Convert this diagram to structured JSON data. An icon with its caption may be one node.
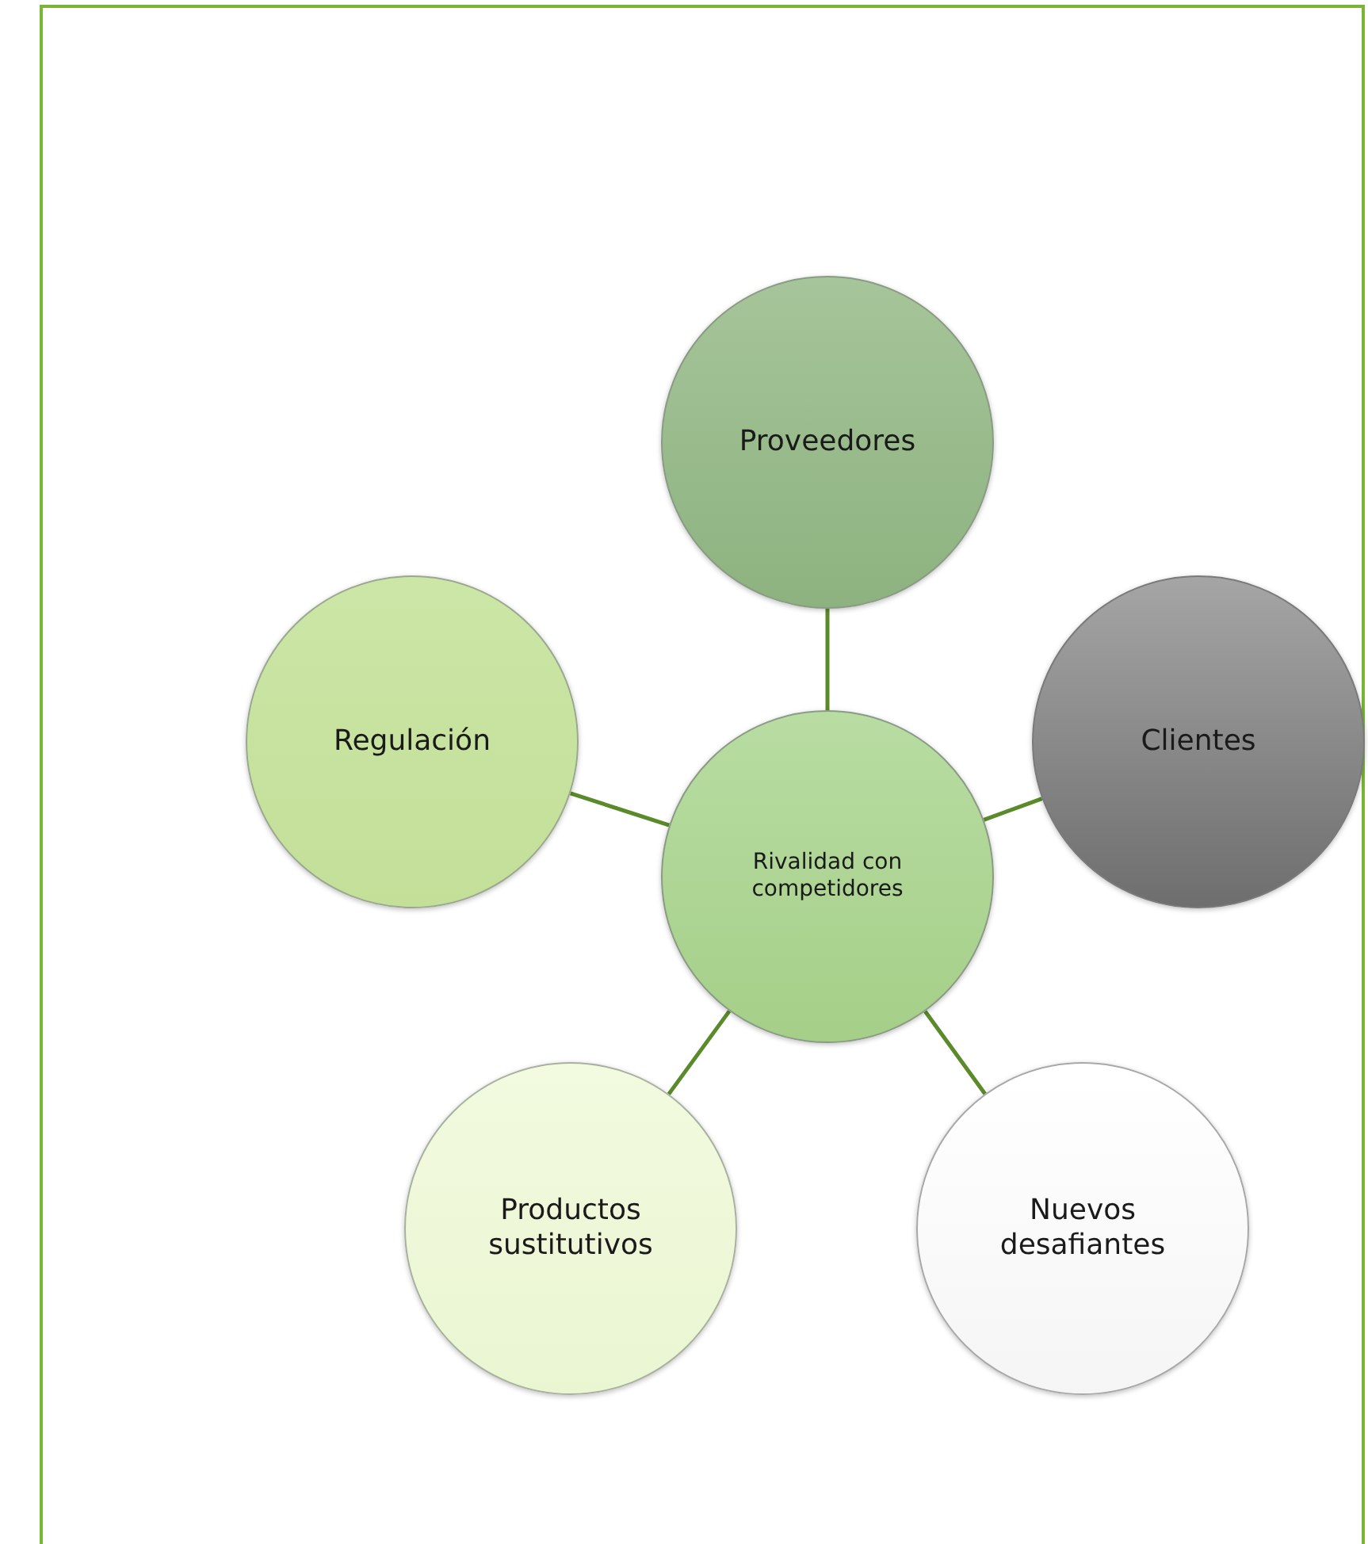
{
  "diagram": {
    "nodes": [
      {
        "text": [
          "Proveedores"
        ]
      },
      {
        "text": [
          "Regulación"
        ]
      },
      {
        "text": [
          "Rivalidad con competidores"
        ]
      },
      {
        "text": [
          "Clientes"
        ]
      },
      {
        "text": [
          "Productos sustitutivos"
        ]
      },
      {
        "text": [
          "Nuevos desafiantes"
        ]
      }
    ],
    "edges": [
      {
        "from": 2,
        "to": 0,
        "arrow": "none"
      },
      {
        "from": 2,
        "to": 1,
        "arrow": "none"
      },
      {
        "from": 2,
        "to": 3,
        "arrow": "none"
      },
      {
        "from": 2,
        "to": 4,
        "arrow": "none"
      },
      {
        "from": 2,
        "to": 5,
        "arrow": "none"
      }
    ]
  }
}
